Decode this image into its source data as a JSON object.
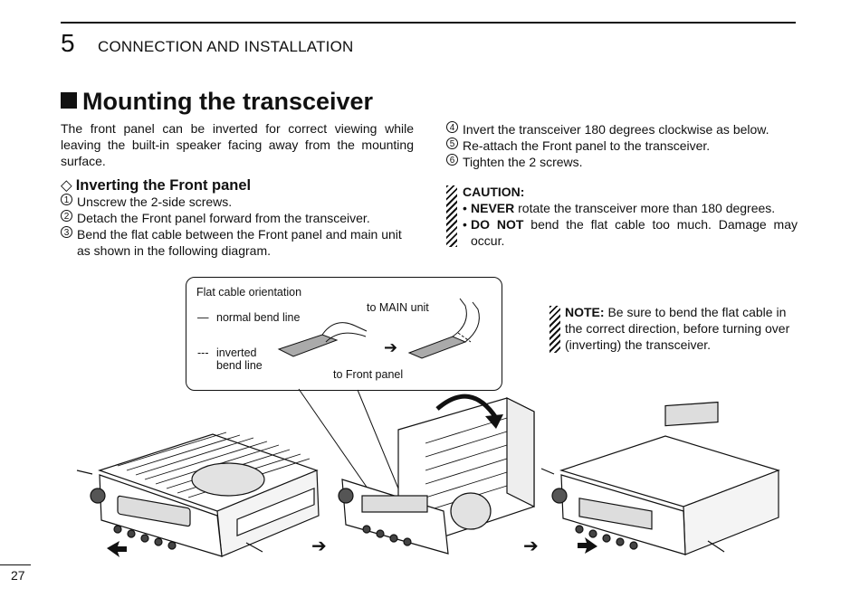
{
  "header": {
    "chapter_number": "5",
    "chapter_title": "CONNECTION AND INSTALLATION"
  },
  "section": {
    "title": "Mounting the transceiver",
    "intro": "The front panel can be inverted for correct viewing while leaving the built-in speaker facing away from the mounting surface."
  },
  "subsection": {
    "title": "Inverting the Front panel",
    "steps": [
      {
        "num": "1",
        "text": "Unscrew the 2-side screws."
      },
      {
        "num": "2",
        "text": "Detach the Front panel forward from the transceiver."
      },
      {
        "num": "3",
        "text": "Bend the flat cable between the Front panel and main unit as shown in the following diagram."
      },
      {
        "num": "4",
        "text": "Invert the transceiver 180 degrees clockwise as below."
      },
      {
        "num": "5",
        "text": "Re-attach the Front panel to the transceiver."
      },
      {
        "num": "6",
        "text": "Tighten the 2 screws."
      }
    ]
  },
  "caution": {
    "title": "CAUTION:",
    "items": [
      {
        "bold": "NEVER",
        "text": " rotate the transceiver more than 180 degrees."
      },
      {
        "bold": "DO NOT",
        "text": " bend the flat cable too much. Damage may occur."
      }
    ]
  },
  "diagram": {
    "title": "Flat cable orientation",
    "legend_normal_symbol": "—",
    "legend_normal": "normal bend line",
    "legend_inverted_symbol": "---",
    "legend_inverted_1": "inverted",
    "legend_inverted_2": "bend line",
    "to_main": "to MAIN unit",
    "to_front": "to Front panel"
  },
  "note": {
    "label": "NOTE:",
    "text": " Be sure to bend the flat cable in the correct direction, before turning over (inverting) the transceiver."
  },
  "footer": {
    "page_number": "27"
  },
  "icons": {
    "step_arrow": "arrow-right-icon",
    "rotate_arrow": "curved-arrow-icon"
  }
}
